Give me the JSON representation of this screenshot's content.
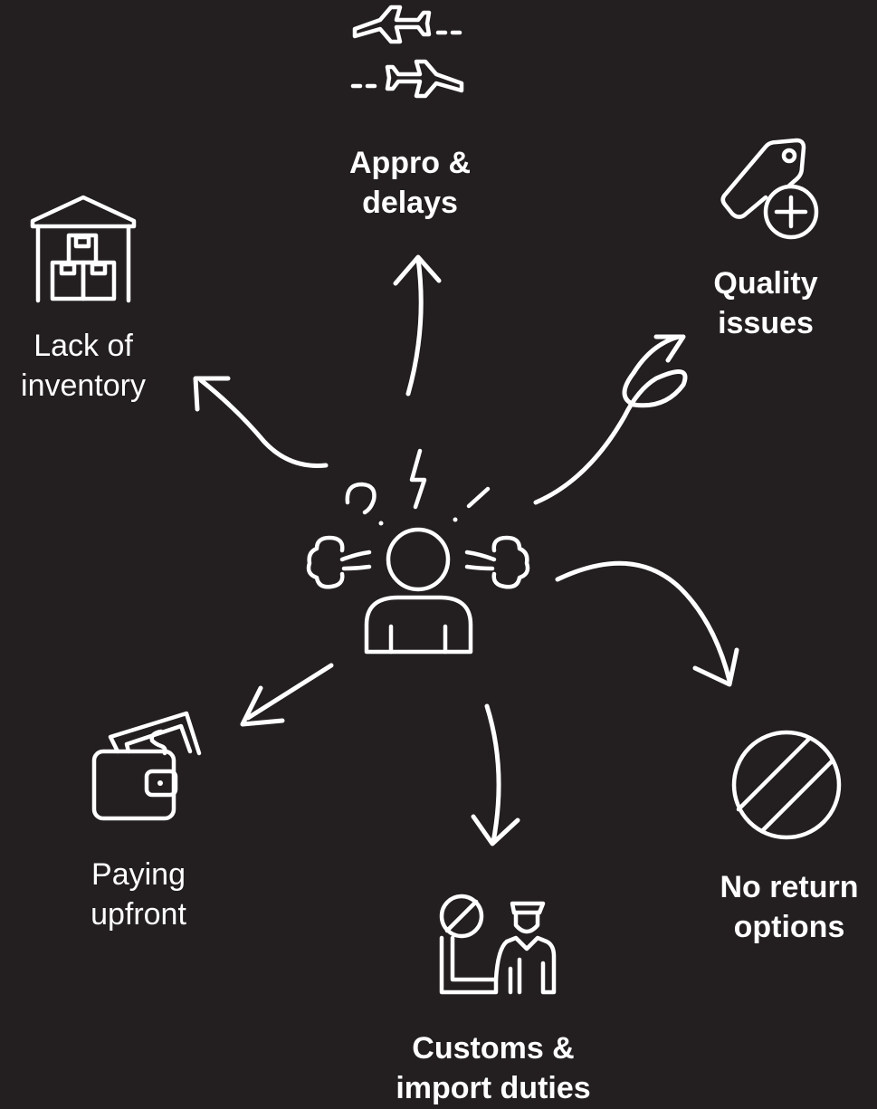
{
  "colors": {
    "background": "#231f20",
    "foreground": "#ffffff"
  },
  "center": {
    "icon": "frustrated-person-icon"
  },
  "items": {
    "appro": {
      "icon": "airplanes-icon",
      "line1": "Appro &",
      "line2": "delays"
    },
    "quality": {
      "icon": "price-tag-plus-icon",
      "line1": "Quality",
      "line2": "issues"
    },
    "inventory": {
      "icon": "warehouse-boxes-icon",
      "line1": "Lack of",
      "line2": "inventory"
    },
    "paying": {
      "icon": "wallet-money-icon",
      "line1": "Paying",
      "line2": "upfront"
    },
    "customs": {
      "icon": "customs-officer-icon",
      "line1": "Customs &",
      "line2": "import duties"
    },
    "noreturn": {
      "icon": "prohibited-icon",
      "line1": "No return",
      "line2": "options"
    }
  }
}
